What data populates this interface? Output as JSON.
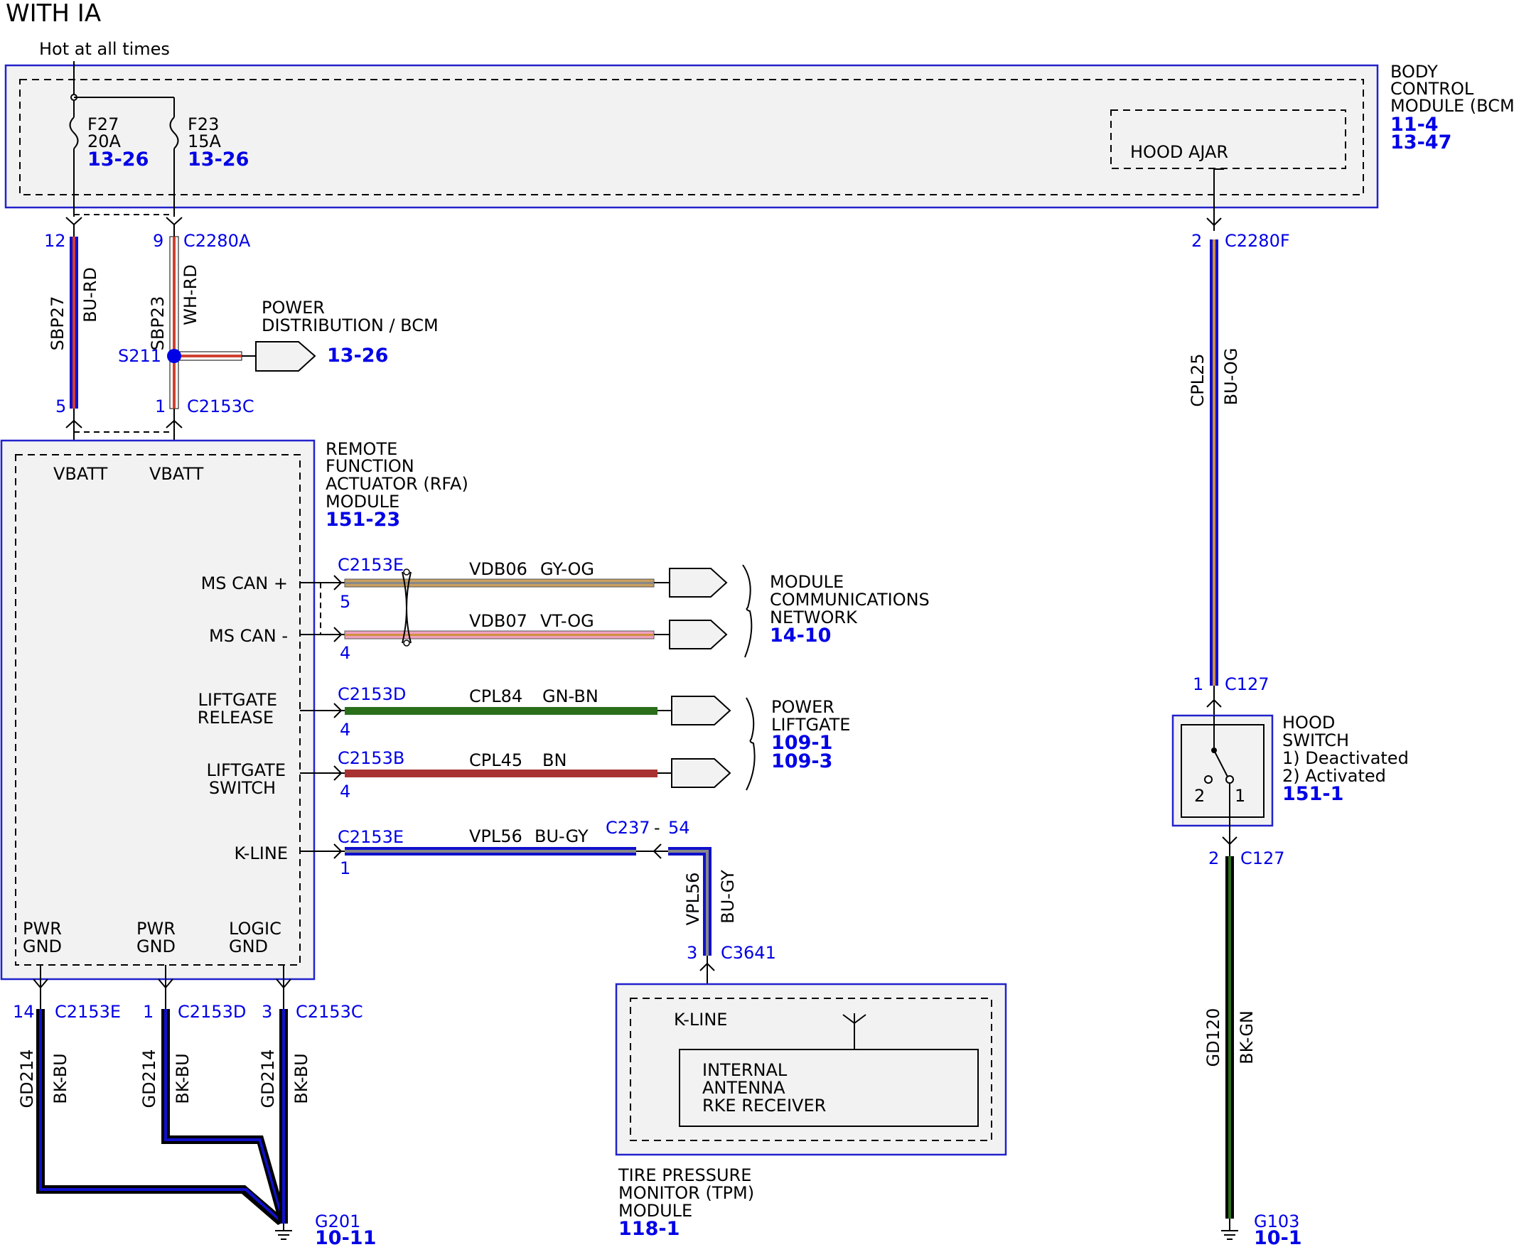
{
  "title": "WITH IA",
  "power_note": "Hot at all times",
  "bcm": {
    "name": [
      "BODY",
      "CONTROL",
      "MODULE (BCM)"
    ],
    "refs": [
      "11-4",
      "13-47"
    ],
    "fuses": [
      {
        "id": "F27",
        "rating": "20A",
        "ref": "13-26"
      },
      {
        "id": "F23",
        "rating": "15A",
        "ref": "13-26"
      }
    ],
    "hood_ajar": "HOOD AJAR"
  },
  "connectors": {
    "c2280a_pin12": "12",
    "c2280a_pin9": "9",
    "c2280a": "C2280A",
    "c2153c_pin5": "5",
    "c2153c_pin1": "1",
    "c2153c": "C2153C",
    "c2280f_pin": "2",
    "c2280f": "C2280F",
    "c127_pin1": "1",
    "c127_pin2": "2",
    "c127": "C127",
    "c237": "C237",
    "c237_pin": "54",
    "c3641_pin": "3",
    "c3641": "C3641"
  },
  "wires": {
    "sbp27": {
      "circuit": "SBP27",
      "color": "BU-RD"
    },
    "sbp23": {
      "circuit": "SBP23",
      "color": "WH-RD"
    },
    "cpl25": {
      "circuit": "CPL25",
      "color": "BU-OG"
    },
    "gd120": {
      "circuit": "GD120",
      "color": "BK-GN"
    },
    "vpl56_v": {
      "circuit": "VPL56",
      "color": "BU-GY"
    },
    "gd214": {
      "circuit": "GD214",
      "color": "BK-BU"
    }
  },
  "splice": {
    "id": "S211",
    "dest": [
      "POWER",
      "DISTRIBUTION / BCM"
    ],
    "ref": "13-26"
  },
  "rfa": {
    "name": [
      "REMOTE",
      "FUNCTION",
      "ACTUATOR (RFA)",
      "MODULE"
    ],
    "ref": "151-23",
    "vbatt": "VBATT",
    "pins": [
      {
        "label": [
          "MS CAN +"
        ],
        "connector": "C2153E",
        "pin": "5",
        "circuit": "VDB06",
        "color": "GY-OG"
      },
      {
        "label": [
          "MS CAN -"
        ],
        "connector": "",
        "pin": "4",
        "circuit": "VDB07",
        "color": "VT-OG"
      },
      {
        "label": [
          "LIFTGATE",
          "RELEASE"
        ],
        "connector": "C2153D",
        "pin": "4",
        "circuit": "CPL84",
        "color": "GN-BN"
      },
      {
        "label": [
          "LIFTGATE",
          "SWITCH"
        ],
        "connector": "C2153B",
        "pin": "4",
        "circuit": "CPL45",
        "color": "BN"
      },
      {
        "label": [
          "K-LINE"
        ],
        "connector": "C2153E",
        "pin": "1",
        "circuit": "VPL56",
        "color": "BU-GY"
      }
    ],
    "grounds": [
      {
        "label": [
          "PWR",
          "GND"
        ],
        "pin": "14",
        "connector": "C2153E"
      },
      {
        "label": [
          "PWR",
          "GND"
        ],
        "pin": "1",
        "connector": "C2153D"
      },
      {
        "label": [
          "LOGIC",
          "GND"
        ],
        "pin": "3",
        "connector": "C2153C"
      }
    ]
  },
  "networks": {
    "mcn": {
      "name": [
        "MODULE",
        "COMMUNICATIONS",
        "NETWORK"
      ],
      "ref": "14-10"
    },
    "liftgate": {
      "name": [
        "POWER",
        "LIFTGATE"
      ],
      "refs": [
        "109-1",
        "109-3"
      ]
    }
  },
  "hood_switch": {
    "name": [
      "HOOD",
      "SWITCH",
      "1) Deactivated",
      "2) Activated"
    ],
    "ref": "151-1",
    "pos1": "1",
    "pos2": "2"
  },
  "tpm": {
    "k_line": "K-LINE",
    "inner": [
      "INTERNAL",
      "ANTENNA",
      "RKE RECEIVER"
    ],
    "name": [
      "TIRE PRESSURE",
      "MONITOR (TPM)",
      "MODULE"
    ],
    "ref": "118-1"
  },
  "grounds": {
    "g201": {
      "id": "G201",
      "ref": "10-11"
    },
    "g103": {
      "id": "G103",
      "ref": "10-1"
    }
  },
  "colors": {
    "blue": "#1010cc",
    "red": "#d04030",
    "orange": "#d09040",
    "pink": "#f0a0c0",
    "green": "#2a6e1a",
    "brown": "#a83232",
    "tan": "#c8a060",
    "gray": "#888888",
    "ref_blue": "#0000e6"
  }
}
